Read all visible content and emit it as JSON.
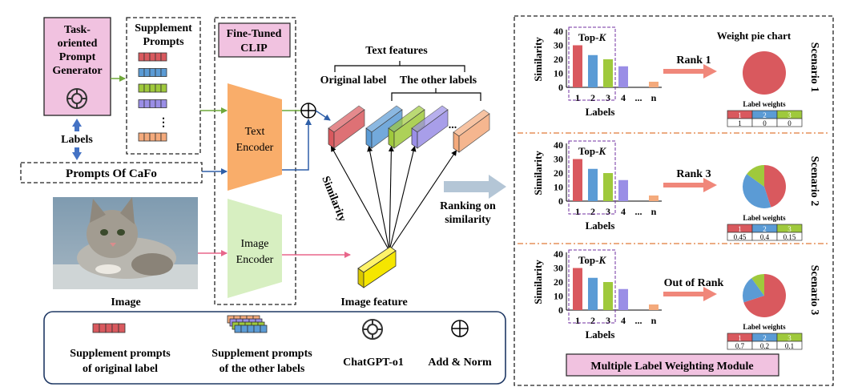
{
  "left": {
    "generator": [
      "Task-",
      "oriented",
      "Prompt",
      "Generator"
    ],
    "labels": "Labels",
    "prompts_cafo": "Prompts Of CaFo",
    "supplement_title": [
      "Supplement",
      "Prompts"
    ],
    "dots": "⋮",
    "finetuned": [
      "Fine-Tuned",
      "CLIP"
    ],
    "text_encoder": [
      "Text",
      "Encoder"
    ],
    "image_encoder": [
      "Image",
      "Encoder"
    ],
    "image_caption": "Image",
    "text_features": "Text features",
    "original_label": "Original label",
    "other_labels": "The other labels",
    "similarity": "Similarity",
    "image_feature": "Image feature",
    "ellipsis": "...",
    "ranking": [
      "Ranking on",
      "similarity"
    ]
  },
  "legend": {
    "sp_original": [
      "Supplement  prompts",
      "of original label"
    ],
    "sp_other": [
      "Supplement  prompts",
      "of the other labels"
    ],
    "chatgpt": "ChatGPT-o1",
    "addnorm": "Add & Norm"
  },
  "module": {
    "title": "Multiple Label Weighting Module",
    "pie_title": "Weight pie chart",
    "ylabel": "Similarity",
    "xlabel": "Labels",
    "topk_prefix": "Top-",
    "topk_var": "K",
    "yticks": [
      "40",
      "30",
      "20",
      "10",
      "0"
    ],
    "xticks": [
      "1",
      "2",
      "3",
      "4",
      "...",
      "n"
    ],
    "weights_label": "Label weights"
  },
  "colors": {
    "red": "#d9595e",
    "blue": "#5b9bd5",
    "green": "#9fc93c",
    "purple": "#9a8ee6",
    "orange": "#f4aa7c",
    "arrow": "#f0877a",
    "pink": "#f1c2e0",
    "enc_text": "#f9ad6a",
    "enc_image": "#d7efc1"
  },
  "chart_data": [
    {
      "type": "bar",
      "scenario": "Scenario 1",
      "categories": [
        "1",
        "2",
        "3",
        "4",
        "...",
        "n"
      ],
      "values": [
        30,
        23,
        20,
        15,
        null,
        4
      ],
      "ylim": [
        0,
        40
      ],
      "rank": "Rank 1",
      "weights": {
        "labels": [
          "1",
          "2",
          "3"
        ],
        "values": [
          "1",
          "0",
          "0"
        ]
      },
      "pie": [
        1,
        0,
        0
      ]
    },
    {
      "type": "bar",
      "scenario": "Scenario 2",
      "categories": [
        "1",
        "2",
        "3",
        "4",
        "...",
        "n"
      ],
      "values": [
        30,
        23,
        20,
        15,
        null,
        4
      ],
      "ylim": [
        0,
        40
      ],
      "rank": "Rank 3",
      "weights": {
        "labels": [
          "1",
          "2",
          "3"
        ],
        "values": [
          "0.45",
          "0.4",
          "0.15"
        ]
      },
      "pie": [
        0.45,
        0.4,
        0.15
      ]
    },
    {
      "type": "bar",
      "scenario": "Scenario 3",
      "categories": [
        "1",
        "2",
        "3",
        "4",
        "...",
        "n"
      ],
      "values": [
        30,
        23,
        20,
        15,
        null,
        4
      ],
      "ylim": [
        0,
        40
      ],
      "rank": "Out of Rank",
      "weights": {
        "labels": [
          "1",
          "2",
          "3"
        ],
        "values": [
          "0.7",
          "0.2",
          "0.1"
        ]
      },
      "pie": [
        0.7,
        0.2,
        0.1
      ]
    }
  ]
}
